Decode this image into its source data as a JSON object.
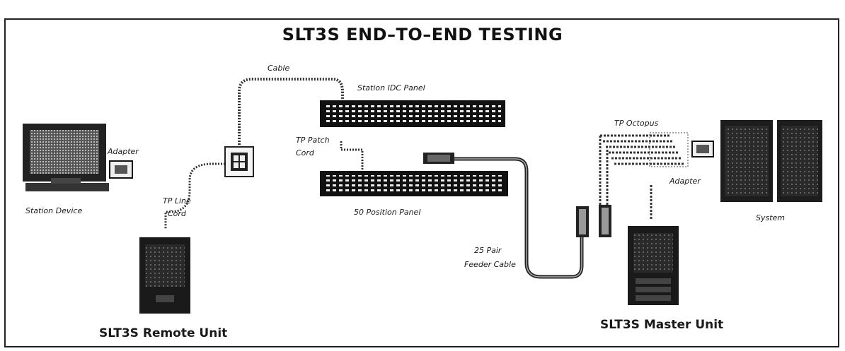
{
  "diagram": {
    "title": "SLT3S END–TO–END TESTING",
    "labels": {
      "cable": "Cable",
      "station_idc_panel": "Station IDC Panel",
      "adapter_left": "Adapter",
      "station_device": "Station Device",
      "tp_patch_cord_1": "TP Patch",
      "tp_patch_cord_2": "Cord",
      "tp_line_cord_1": "TP Line",
      "tp_line_cord_2": "Cord",
      "fifty_position_panel": "50 Position Panel",
      "tp_octopus": "TP Octopus",
      "adapter_right": "Adapter",
      "system": "System",
      "feeder_cable_1": "25 Pair",
      "feeder_cable_2": "Feeder Cable",
      "remote_unit": "SLT3S Remote Unit",
      "master_unit": "SLT3S Master Unit"
    }
  }
}
